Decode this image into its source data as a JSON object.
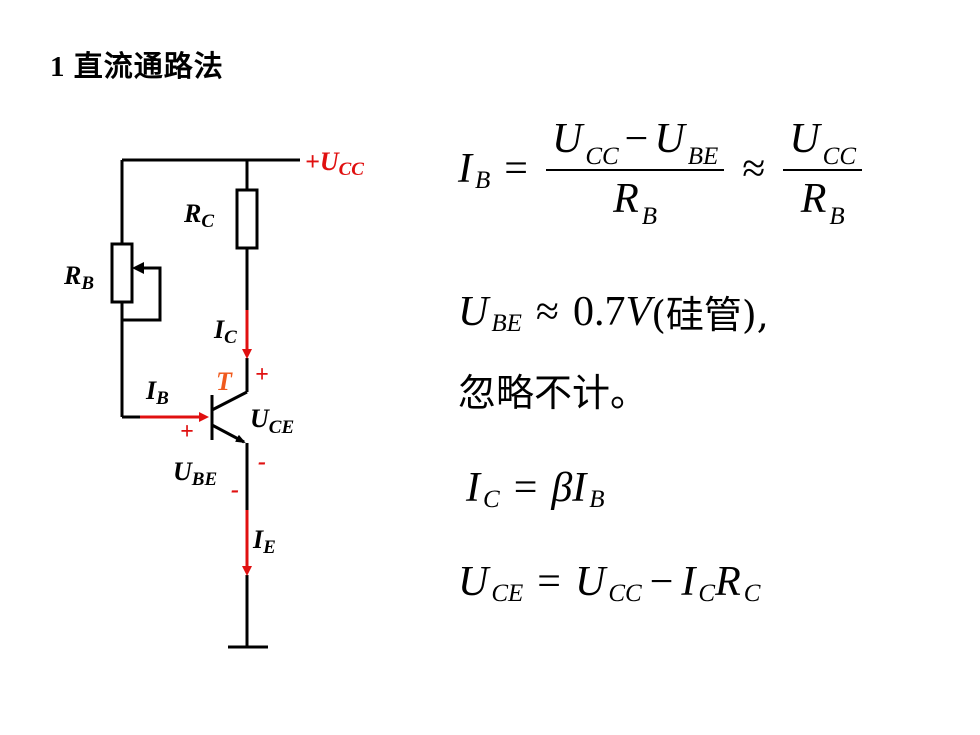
{
  "title": "1  直流通路法",
  "colors": {
    "wire": "#000000",
    "accent": "#e01010",
    "orange_label": "#f05a1e"
  },
  "circuit": {
    "supply_label": "+U",
    "supply_sub": "CC",
    "rb_label": "R",
    "rb_sub": "B",
    "rc_label": "R",
    "rc_sub": "C",
    "ic_label": "I",
    "ic_sub": "C",
    "ib_label": "I",
    "ib_sub": "B",
    "ie_label": "I",
    "ie_sub": "E",
    "transistor_label": "T",
    "uce_label": "U",
    "uce_sub": "CE",
    "ube_label": "U",
    "ube_sub": "BE",
    "plus": "+",
    "minus": "-"
  },
  "formulas": {
    "f1": {
      "lhs": "I",
      "lhs_sub": "B",
      "eq": "=",
      "num1": "U",
      "num1_sub": "CC",
      "minus": "−",
      "num2": "U",
      "num2_sub": "BE",
      "den": "R",
      "den_sub": "B",
      "approx": "≈",
      "num3": "U",
      "num3_sub": "CC",
      "den2": "R",
      "den2_sub": "B"
    },
    "f2": {
      "lhs": "U",
      "lhs_sub": "BE",
      "approx": "≈",
      "value": "0.7",
      "unit": "V",
      "note": "(硅管),"
    },
    "f3": {
      "text": "忽略不计。"
    },
    "f4": {
      "lhs": "I",
      "lhs_sub": "C",
      "eq": "=",
      "beta": "β",
      "rhs": "I",
      "rhs_sub": "B"
    },
    "f5": {
      "lhs": "U",
      "lhs_sub": "CE",
      "eq": "=",
      "a": "U",
      "a_sub": "CC",
      "minus": "−",
      "b": "I",
      "b_sub": "C",
      "c": "R",
      "c_sub": "C"
    }
  }
}
